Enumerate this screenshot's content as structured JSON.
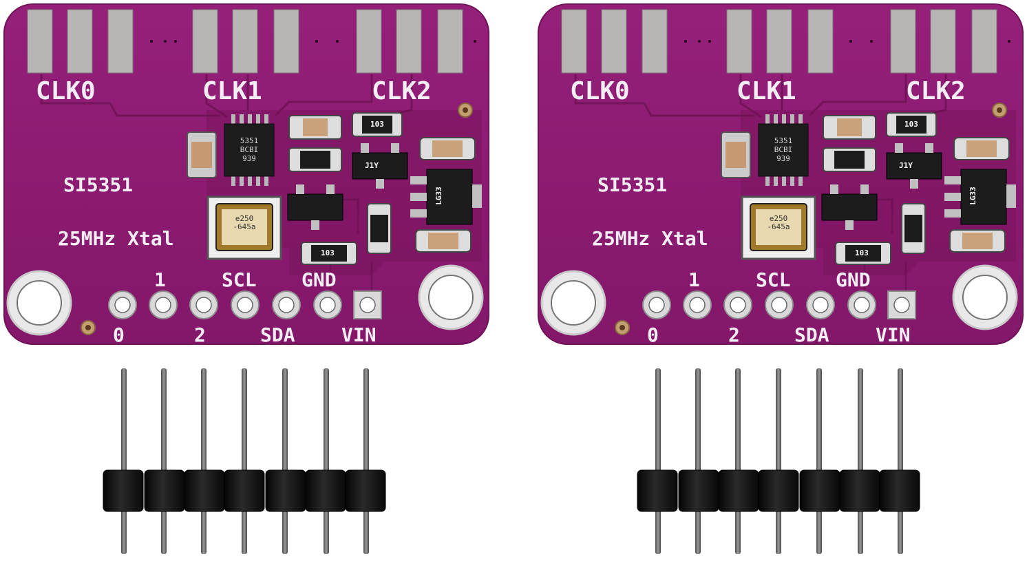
{
  "boards": [
    {
      "chip_name": "SI5351",
      "crystal_label": "25MHz Xtal",
      "clock_outputs": [
        "CLK0",
        "CLK1",
        "CLK2"
      ],
      "pins_top": [
        "1",
        "SCL",
        "GND"
      ],
      "pins_bottom": [
        "0",
        "2",
        "SDA",
        "VIN"
      ],
      "ic_marking": "5351\nBCBI\n939",
      "crystal_marking": "e250\n-645a",
      "regulator_marking": "LG33",
      "resistor_marking": "103",
      "transistor_marking": "J1Y"
    },
    {
      "chip_name": "SI5351",
      "crystal_label": "25MHz Xtal",
      "clock_outputs": [
        "CLK0",
        "CLK1",
        "CLK2"
      ],
      "pins_top": [
        "1",
        "SCL",
        "GND"
      ],
      "pins_bottom": [
        "0",
        "2",
        "SDA",
        "VIN"
      ],
      "ic_marking": "5351\nBCBI\n939",
      "crystal_marking": "e250\n-645a",
      "regulator_marking": "LG33",
      "resistor_marking": "103",
      "transistor_marking": "J1Y"
    }
  ],
  "header_pin_count": 7,
  "colors": {
    "pcb": "#8c1a6e",
    "pcb_dark": "#6d1256",
    "silkscreen": "#f4eef4",
    "pad": "#b7b4b4",
    "header_plastic": "#141414",
    "header_pin": "#6f6f6f",
    "background": "#ffffff"
  }
}
